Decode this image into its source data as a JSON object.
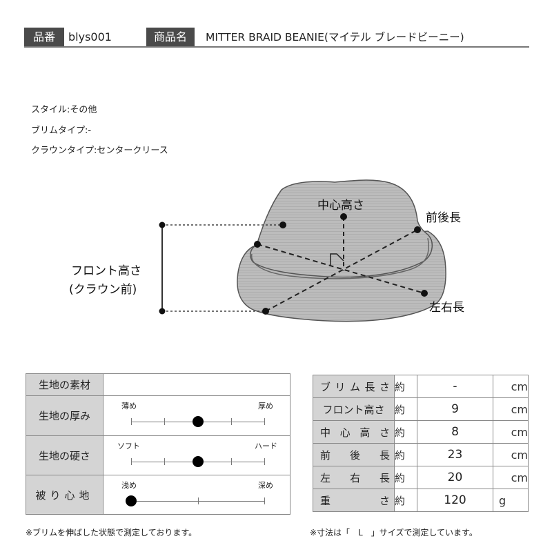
{
  "header": {
    "item_no_label": "品番",
    "item_no": "blys001",
    "product_name_label": "商品名",
    "product_name": "MITTER BRAID BEANIE(マイテル ブレードビーニー)"
  },
  "info": {
    "style": "スタイル:その他",
    "brim_type": "ブリムタイプ:-",
    "crown_type": "クラウンタイプ:センタークリース"
  },
  "diagram": {
    "front_height_label_1": "フロント高さ",
    "front_height_label_2": "(クラウン前)",
    "center_height_label": "中心高さ",
    "front_back_label": "前後長",
    "left_right_label": "左右長",
    "hat_fill": "#b8b8b8",
    "hat_stroke": "#555555"
  },
  "fabric_table": {
    "rows": [
      {
        "label": "生地の素材",
        "value": ""
      },
      {
        "label": "生地の厚み",
        "left": "薄め",
        "right": "厚め",
        "ticks": 5,
        "position": 2
      },
      {
        "label": "生地の硬さ",
        "left": "ソフト",
        "right": "ハード",
        "ticks": 5,
        "position": 2
      },
      {
        "label": "被り心地",
        "left": "浅め",
        "right": "深め",
        "ticks": 3,
        "position": 0
      }
    ]
  },
  "size_table": {
    "approx": "約",
    "rows": [
      {
        "label": [
          "ブ",
          "リ",
          "ム",
          "長",
          "さ"
        ],
        "value": "-",
        "unit": "cm"
      },
      {
        "label": [
          "フロント高さ"
        ],
        "value": "9",
        "unit": "cm"
      },
      {
        "label": [
          "中",
          "心",
          "高",
          "さ"
        ],
        "value": "8",
        "unit": "cm"
      },
      {
        "label": [
          "前",
          "後",
          "長"
        ],
        "value": "23",
        "unit": "cm"
      },
      {
        "label": [
          "左",
          "右",
          "長"
        ],
        "value": "20",
        "unit": "cm"
      },
      {
        "label": [
          "重",
          "さ"
        ],
        "value": "120",
        "unit": "g"
      }
    ]
  },
  "notes": {
    "left": "※ブリムを伸ばした状態で測定しております。",
    "right": "※寸法は「　L　」サイズで測定しています。"
  }
}
